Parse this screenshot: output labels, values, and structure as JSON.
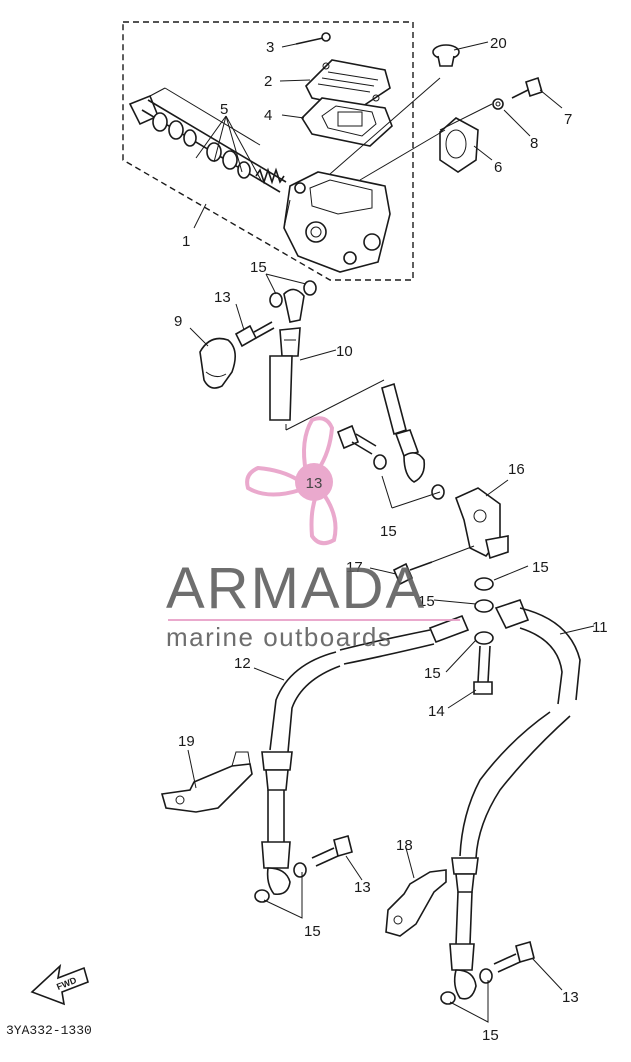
{
  "watermark": {
    "brand": "ARMADA",
    "tagline": "marine outboards",
    "logo_number": "13",
    "brand_color": "#666666",
    "accent_color": "#e8a0c8"
  },
  "diagram": {
    "code": "3YA332-1330",
    "fwd_label": "FWD",
    "callouts": {
      "c1": "1",
      "c2": "2",
      "c3": "3",
      "c4": "4",
      "c5": "5",
      "c6": "6",
      "c7": "7",
      "c8": "8",
      "c9": "9",
      "c10": "10",
      "c11": "11",
      "c12": "12",
      "c13a": "13",
      "c13b": "13",
      "c13c": "13",
      "c14": "14",
      "c15a": "15",
      "c15b": "15",
      "c15c": "15",
      "c15d": "15",
      "c15e": "15",
      "c15f": "15",
      "c15g": "15",
      "c16": "16",
      "c17": "17",
      "c18": "18",
      "c19": "19",
      "c20": "20"
    }
  }
}
